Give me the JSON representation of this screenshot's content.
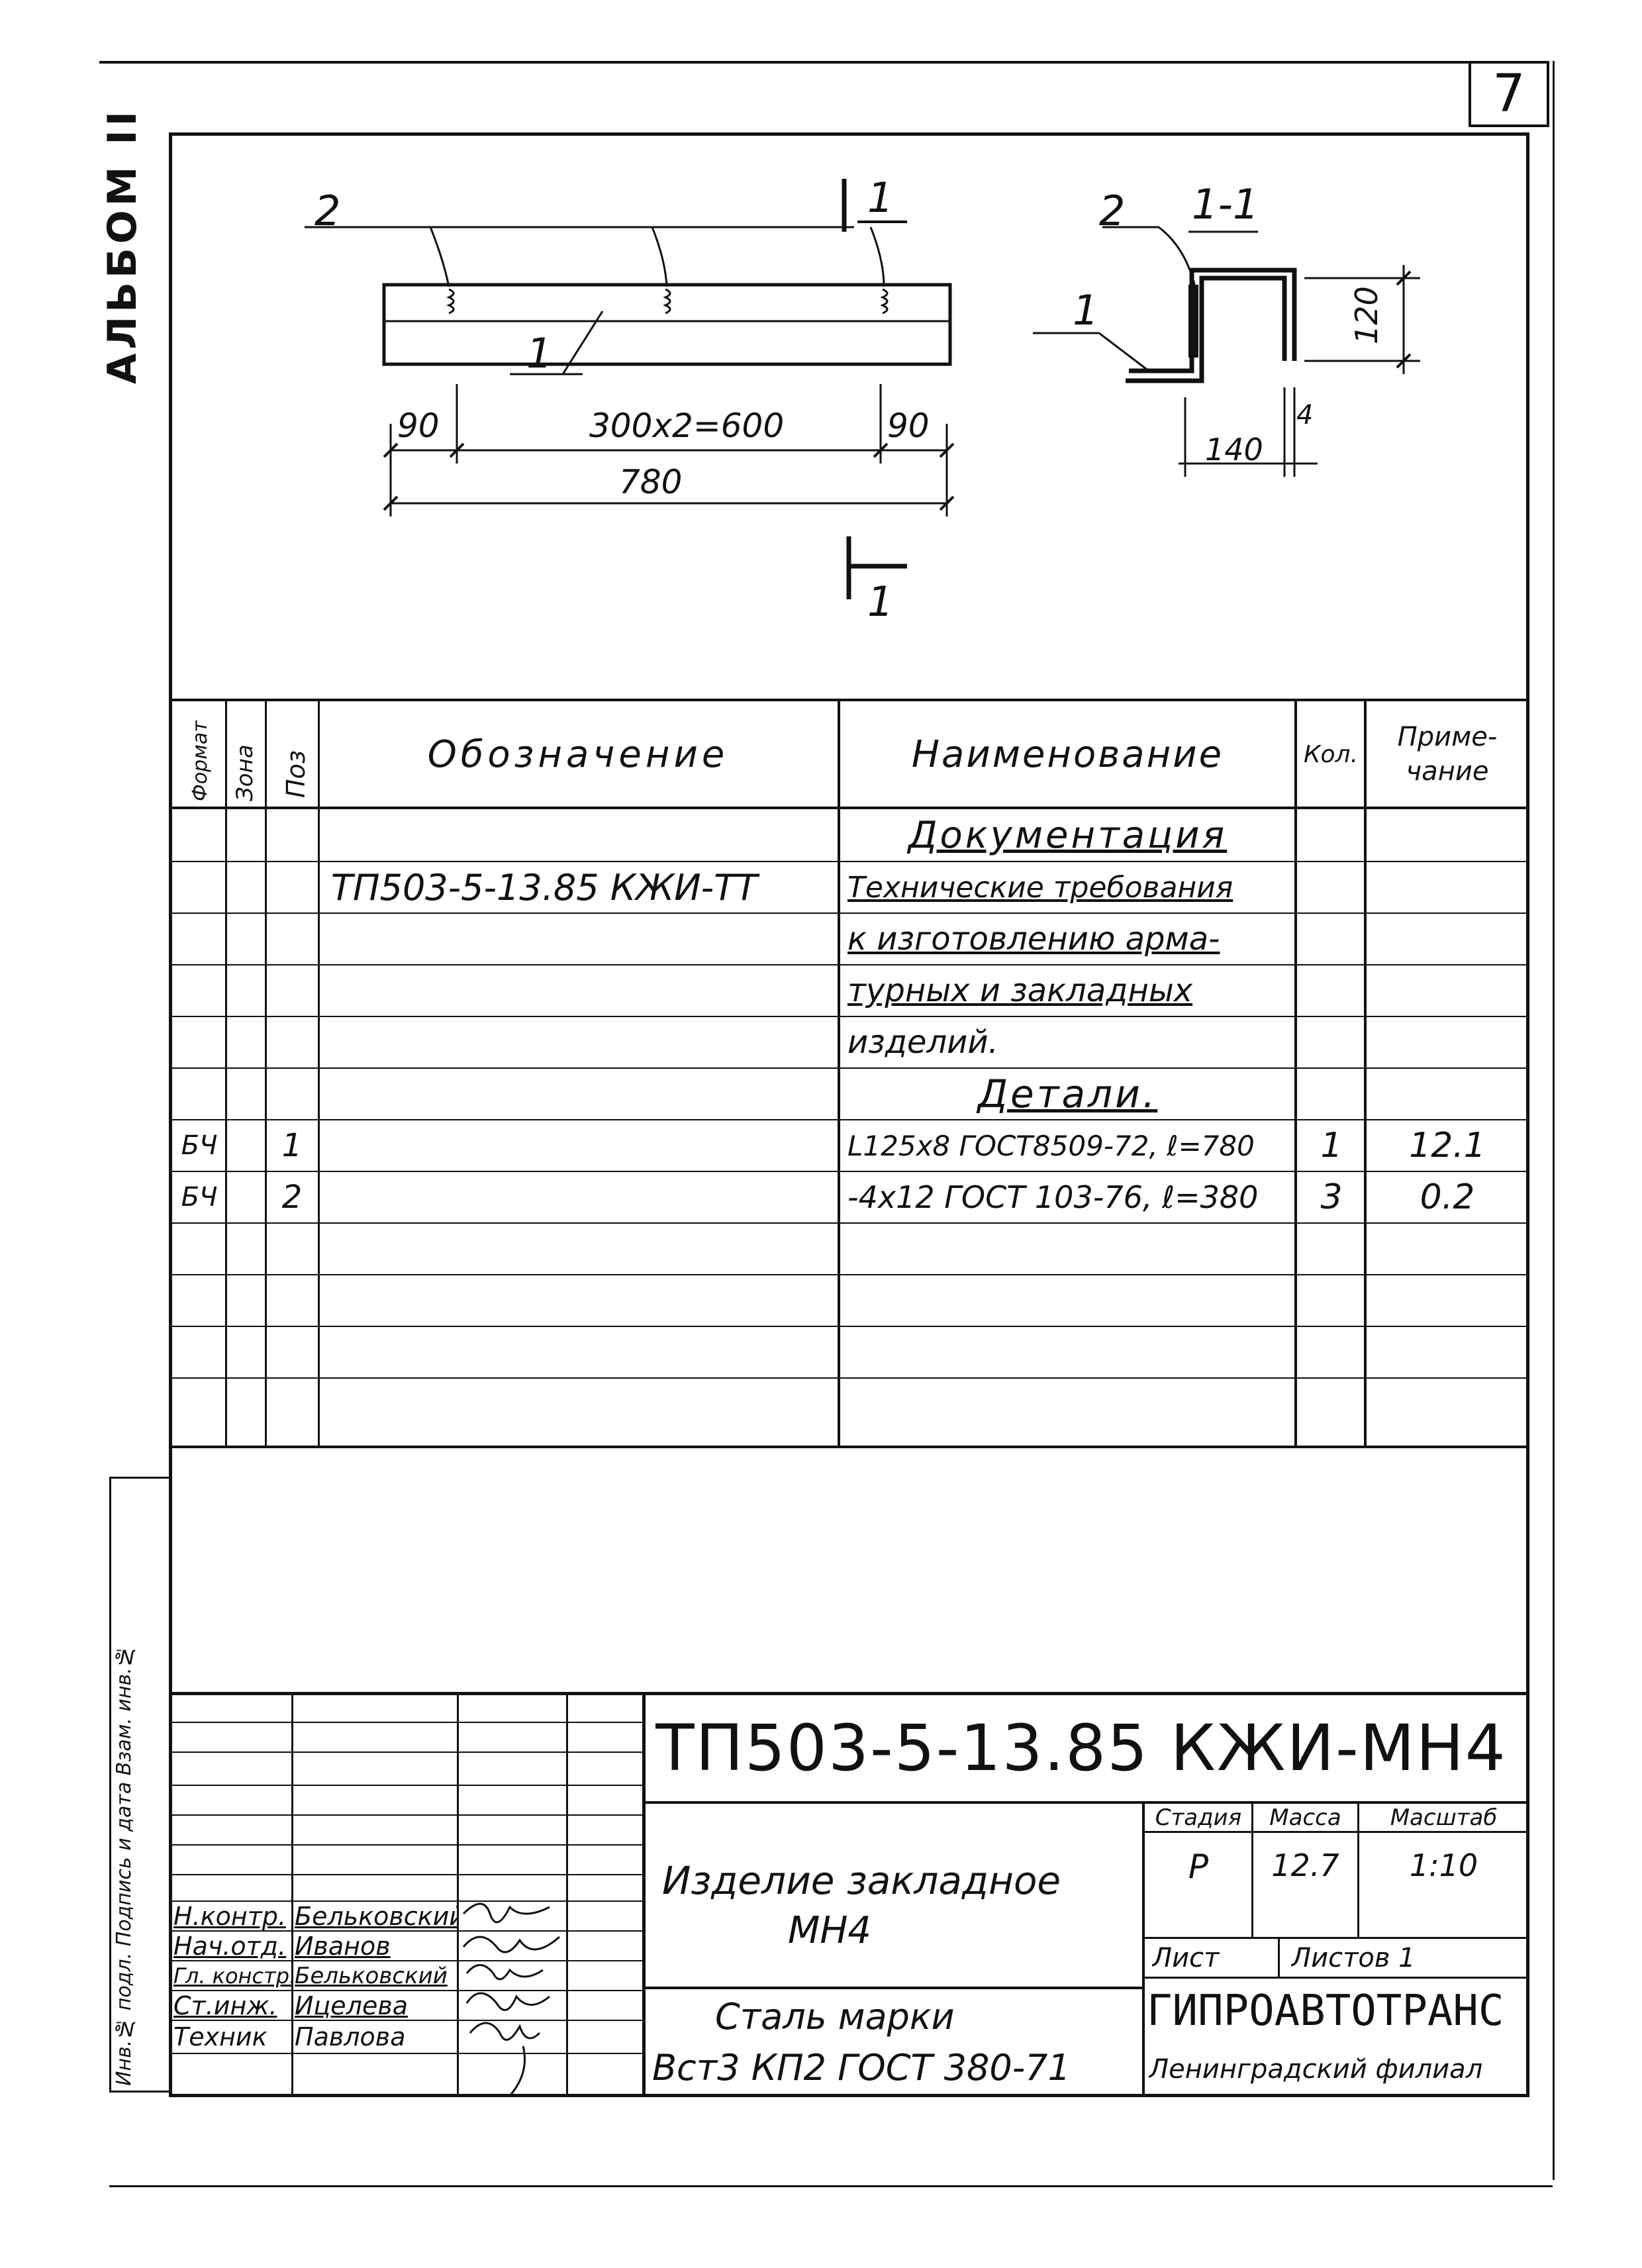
{
  "page_number": "7",
  "side_labels": {
    "album": "АЛЬБОМ II",
    "stamp_text": "Инв.№ подл. Подпись и дата Взам. инв.№"
  },
  "drawing": {
    "callout_2": "2",
    "callout_1": "1",
    "section_mark": "1",
    "section_title": "1-1",
    "dim_left": "90",
    "dim_middle": "300x2=600",
    "dim_right": "90",
    "dim_total": "780",
    "dim_height": "120",
    "dim_width": "140",
    "dim_thickness": "4"
  },
  "spec_table": {
    "headers": {
      "format": "Формат",
      "zone": "Зона",
      "pos": "Поз",
      "designation": "Обозначение",
      "name": "Наименование",
      "qty": "Кол.",
      "note": "Приме-чание"
    },
    "sections": {
      "documentation": "Документация",
      "details": "Детали."
    },
    "doc_row": {
      "designation": "ТП503-5-13.85  КЖИ-ТТ",
      "name_lines": [
        "Технические требования",
        "к изготовлению арма-",
        "турных и закладных",
        "изделий."
      ]
    },
    "rows": [
      {
        "format": "БЧ",
        "pos": "1",
        "name": "L125x8 ГОСТ8509-72, ℓ=780",
        "qty": "1",
        "note": "12.1"
      },
      {
        "format": "БЧ",
        "pos": "2",
        "name": "-4x12 ГОСТ 103-76, ℓ=380",
        "qty": "3",
        "note": "0.2"
      }
    ]
  },
  "title_block": {
    "doc_code": "ТП503-5-13.85 КЖИ-МН4",
    "item_name": "Изделие закладное",
    "item_mark": "МН4",
    "material_line1": "Сталь марки",
    "material_line2": "Вст3 КП2 ГОСТ 380-71",
    "stage_label": "Стадия",
    "mass_label": "Масса",
    "scale_label": "Масштаб",
    "stage": "Р",
    "mass": "12.7",
    "scale": "1:10",
    "sheet_label": "Лист",
    "sheets_label": "Листов 1",
    "organization": "ГИПРОАВТОТРАНС",
    "branch": "Ленинградский филиал",
    "people": [
      {
        "role": "Н.контр.",
        "name": "Бельковский"
      },
      {
        "role": "Нач.отд.",
        "name": "Иванов"
      },
      {
        "role": "Гл. констр.",
        "name": "Бельковский"
      },
      {
        "role": "Ст.инж.",
        "name": "Ицелева"
      },
      {
        "role": "Техник",
        "name": "Павлова"
      }
    ]
  }
}
